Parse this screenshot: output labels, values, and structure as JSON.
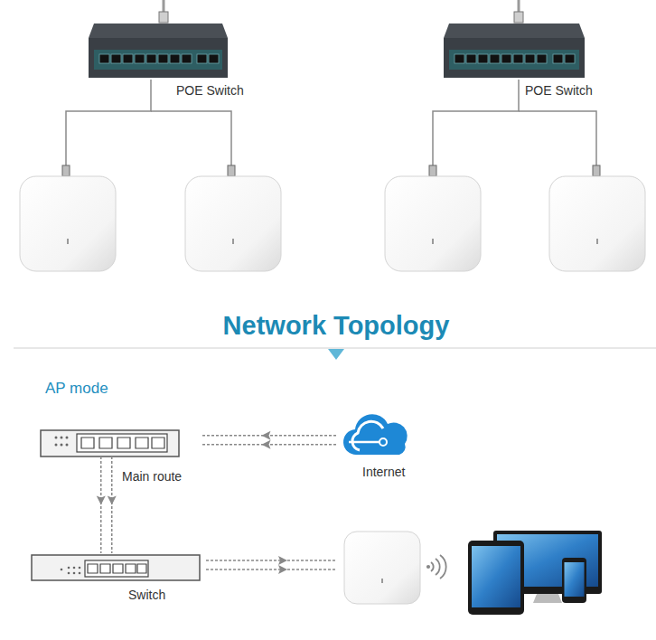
{
  "diagram": {
    "title": "Network Topology",
    "nodes": [
      {
        "text": [
          "POE Switch"
        ]
      },
      {
        "text": [
          "POE Switch"
        ]
      },
      {
        "text": [
          "Main route"
        ]
      },
      {
        "text": [
          "Internet"
        ]
      },
      {
        "text": [
          "Switch"
        ]
      }
    ],
    "edges": [
      {
        "from": 3,
        "to": 2,
        "arrow": "to"
      },
      {
        "from": 2,
        "to": 4,
        "arrow": "to"
      }
    ],
    "labels": [
      "AP mode"
    ]
  }
}
